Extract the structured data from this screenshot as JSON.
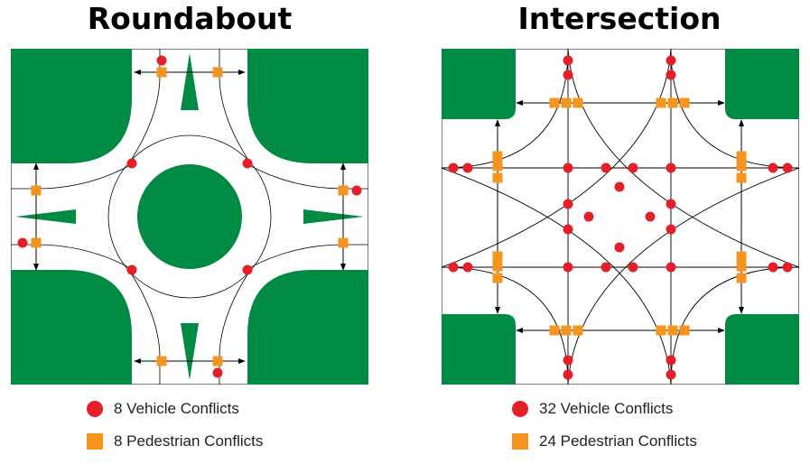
{
  "colors": {
    "green": "#008a43",
    "road": "#ffffff",
    "vehicle": "#e61e2a",
    "pedestrian": "#f7941d",
    "line": "#000000"
  },
  "roundabout": {
    "title": "Roundabout",
    "legend_vehicle": "8 Vehicle Conflicts",
    "legend_pedestrian": "8 Pedestrian Conflicts"
  },
  "intersection": {
    "title": "Intersection",
    "legend_vehicle": "32 Vehicle Conflicts",
    "legend_pedestrian": "24 Pedestrian Conflicts"
  }
}
